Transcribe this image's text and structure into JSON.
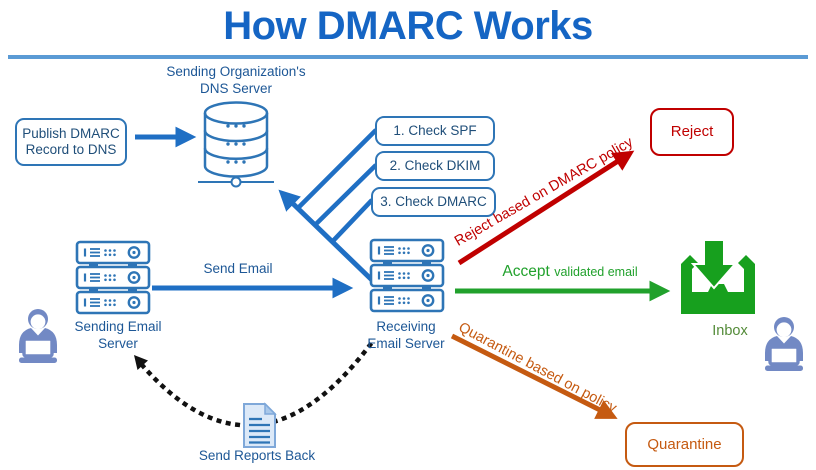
{
  "title": "How DMARC Works",
  "colors": {
    "accent_blue": "#1F6FC4",
    "outline_blue": "#2E75B6",
    "text_blue": "#1D5796",
    "red": "#C00000",
    "green": "#21A12C",
    "orange": "#C55A11",
    "person_blue": "#7289C4"
  },
  "dns": {
    "label": "Sending Organization's DNS Server"
  },
  "publish_box": {
    "label": "Publish DMARC Record to DNS"
  },
  "checks": [
    {
      "label": "1. Check SPF"
    },
    {
      "label": "2. Check DKIM"
    },
    {
      "label": "3. Check DMARC"
    }
  ],
  "servers": {
    "sending_label": "Sending Email Server",
    "receiving_label": "Receiving Email Server"
  },
  "flows": {
    "send_email": "Send Email",
    "reject_path": "Reject based on DMARC policy",
    "accept_main": "Accept",
    "accept_sub": "validated email",
    "quarantine_path": "Quarantine based on policy",
    "reports": "Send Reports Back"
  },
  "outcomes": {
    "reject": "Reject",
    "quarantine": "Quarantine",
    "inbox": "Inbox"
  },
  "icons": {
    "dns": "database-icon",
    "servers": "server-rack-icon",
    "inbox": "inbox-tray-icon",
    "report": "document-icon",
    "users": "person-laptop-icon"
  }
}
